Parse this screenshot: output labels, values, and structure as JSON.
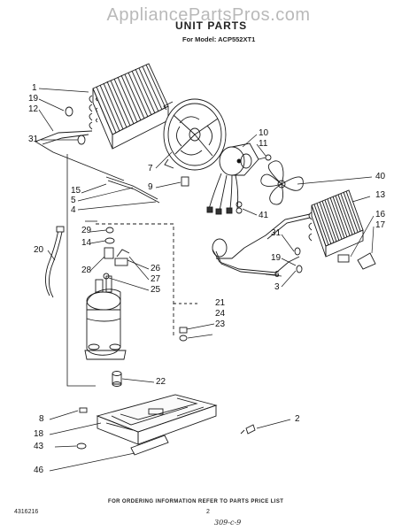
{
  "watermark": "AppliancePartsPros.com",
  "title": "UNIT PARTS",
  "subtitle": "For Model: ACP552XT1",
  "footer": "FOR ORDERING INFORMATION REFER TO PARTS PRICE LIST",
  "doc_number": "4316216",
  "page_number": "2",
  "handwritten_note": "309-c-9",
  "part_callouts": {
    "c1": "1",
    "c19": "19",
    "c12": "12",
    "c31": "31",
    "c15": "15",
    "c5": "5",
    "c4": "4",
    "c7": "7",
    "c9": "9",
    "c10": "10",
    "c11": "11",
    "c40": "40",
    "c13": "13",
    "c16": "16",
    "c17": "17",
    "c41": "41",
    "c31b": "31",
    "c19b": "19",
    "c6": "6",
    "c3": "3",
    "c20": "20",
    "c29": "29",
    "c14": "14",
    "c28": "28",
    "c26": "26",
    "c27": "27",
    "c25": "25",
    "c21": "21",
    "c24": "24",
    "c23": "23",
    "c22": "22",
    "c2": "2",
    "c8": "8",
    "c18": "18",
    "c43": "43",
    "c46": "46"
  }
}
